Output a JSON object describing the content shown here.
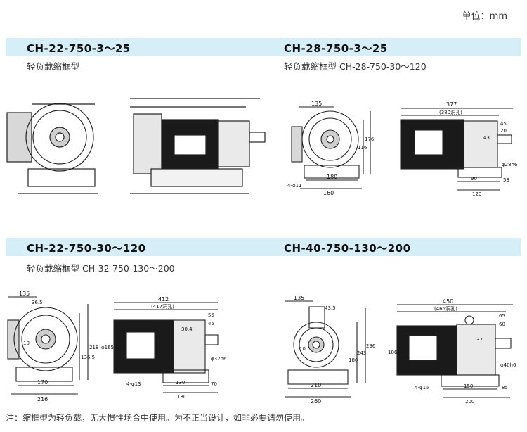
{
  "unit_label": "单位：mm",
  "sections": [
    {
      "model": "CH-22-750-3～25",
      "subtitle": "轻负载缩框型"
    },
    {
      "model": "CH-28-750-3～25",
      "subtitle": "轻负载缩框型 CH-28-750-30～120"
    },
    {
      "model": "CH-22-750-30～120",
      "subtitle": "轻负载缩框型 CH-32-750-130～200"
    },
    {
      "model": "CH-40-750-130～200",
      "subtitle": ""
    }
  ],
  "drawing_labels": {
    "d2": {
      "front": [
        "135",
        "180",
        "160",
        "116",
        "176",
        "4-φ11"
      ],
      "side": [
        "377",
        "(380洞孔)",
        "45",
        "43",
        "20",
        "φ28h6",
        "90",
        "120",
        "53"
      ]
    },
    "d3": {
      "front": [
        "135",
        "36.5",
        "10",
        "218",
        "136.5",
        "170",
        "216"
      ],
      "side": [
        "412",
        "(417洞孔)",
        "55",
        "45",
        "30.4",
        "φ165",
        "φ32h6",
        "4-φ13",
        "130",
        "180",
        "70"
      ]
    },
    "d4": {
      "front": [
        "135",
        "43.5",
        "10",
        "180",
        "243",
        "296",
        "210",
        "260"
      ],
      "side": [
        "450",
        "(465洞孔)",
        "65",
        "60",
        "37",
        "186",
        "φ40h6",
        "4-φ15",
        "150",
        "200",
        "85"
      ]
    }
  },
  "footnote": "注：缩框型为轻负载，无大惯性场合中使用。为不正当设计，如非必要请勿使用。"
}
